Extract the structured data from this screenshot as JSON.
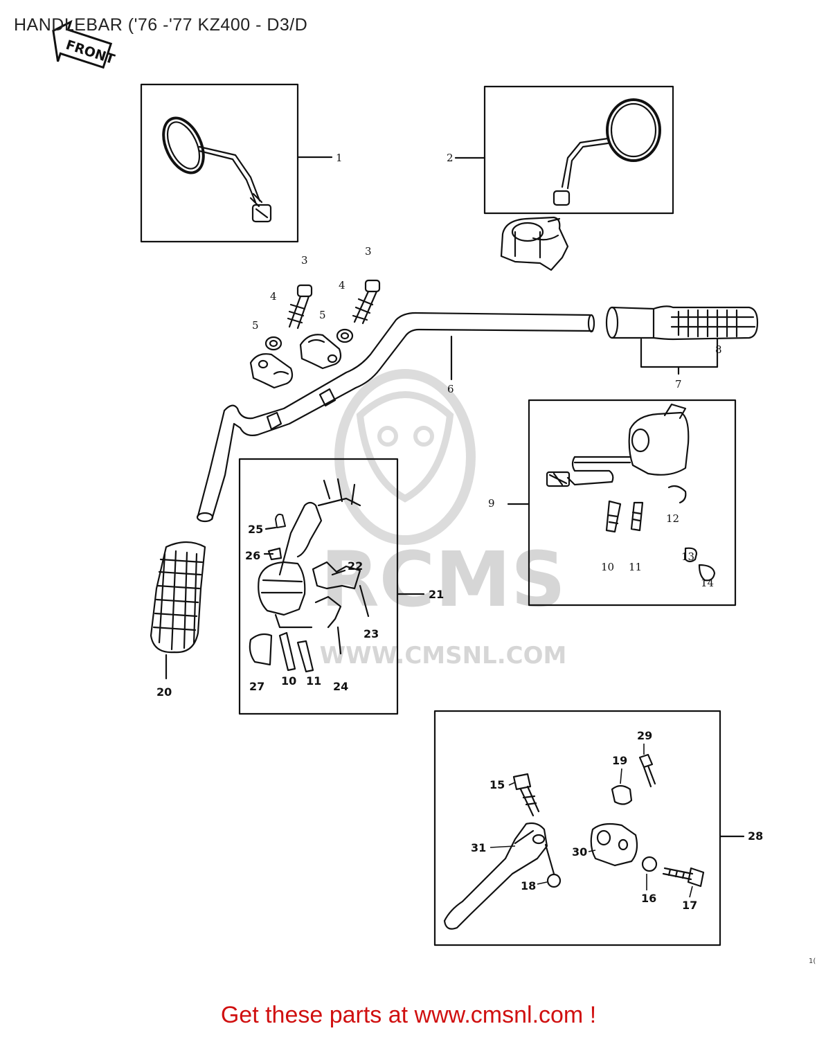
{
  "title": "HANDLEBAR ('76 -'77 KZ400 - D3/D",
  "front_arrow_label": "FRONT",
  "watermark": {
    "text": "RCMS",
    "url": "WWW.CMSNL.COM"
  },
  "corner_mark": "1(",
  "footer": "Get these parts at www.cmsnl.com !",
  "callouts": {
    "c1": "1",
    "c2": "2",
    "c3a": "3",
    "c3b": "3",
    "c4a": "4",
    "c4b": "4",
    "c5a": "5",
    "c5b": "5",
    "c6": "6",
    "c7": "7",
    "c8": "8",
    "c9": "9",
    "c10a": "10",
    "c11a": "11",
    "c12": "12",
    "c13": "13",
    "c14": "14",
    "c20": "20",
    "c21": "21",
    "c22": "22",
    "c23": "23",
    "c24": "24",
    "c25": "25",
    "c26": "26",
    "c27": "27",
    "c10b": "10",
    "c11b": "11",
    "c15": "15",
    "c16": "16",
    "c17": "17",
    "c18": "18",
    "c19": "19",
    "c28": "28",
    "c29": "29",
    "c30": "30",
    "c31": "31"
  },
  "colors": {
    "line": "#111111",
    "footer": "#d01010",
    "watermark": "#d9d9d9"
  }
}
